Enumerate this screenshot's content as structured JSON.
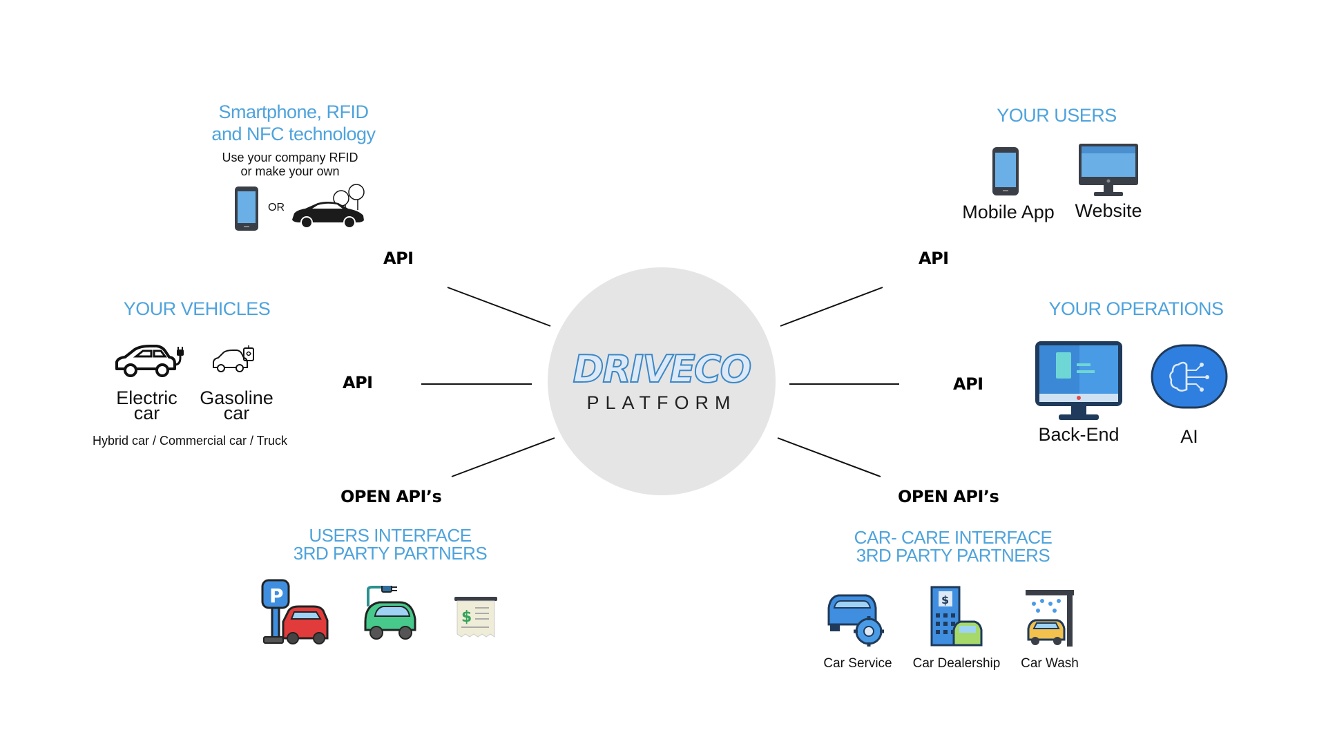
{
  "hub": {
    "brand": "DRIVECO",
    "subtitle": "PLATFORM"
  },
  "top_left": {
    "title_line1": "Smartphone, RFID",
    "title_line2": "and NFC technology",
    "desc_line1": "Use your company RFID",
    "desc_line2": "or make your own",
    "or_label": "OR",
    "api_label": "API"
  },
  "mid_left": {
    "title": "YOUR VEHICLES",
    "electric_line1": "Electric",
    "electric_line2": "car",
    "gasoline_line1": "Gasoline",
    "gasoline_line2": "car",
    "note": "Hybrid car / Commercial car / Truck",
    "api_label": "API"
  },
  "bottom_left": {
    "api_label": "OPEN API’s",
    "title_line1": "USERS INTERFACE",
    "title_line2": "3RD PARTY PARTNERS"
  },
  "top_right": {
    "title": "YOUR USERS",
    "mobile_label": "Mobile App",
    "website_label": "Website",
    "api_label": "API"
  },
  "mid_right": {
    "title": "YOUR OPERATIONS",
    "backend_label": "Back-End",
    "ai_label": "AI",
    "api_label": "API"
  },
  "bottom_right": {
    "api_label": "OPEN API’s",
    "title_line1": "CAR- CARE INTERFACE",
    "title_line2": "3RD PARTY PARTNERS",
    "service_label": "Car Service",
    "dealership_label": "Car Dealership",
    "wash_label": "Car Wash"
  },
  "icons": [
    "smartphone-icon",
    "sports-car-icon",
    "electric-car-icon",
    "gasoline-car-icon",
    "parking-icon",
    "ev-charging-icon",
    "receipt-icon",
    "website-monitor-icon",
    "backend-monitor-icon",
    "ai-brain-icon",
    "car-service-icon",
    "car-dealership-icon",
    "car-wash-icon"
  ],
  "colors": {
    "accent_blue": "#4ea3dc",
    "hub_gray": "#e5e5e5",
    "logo_blue": "#3b88c7"
  }
}
